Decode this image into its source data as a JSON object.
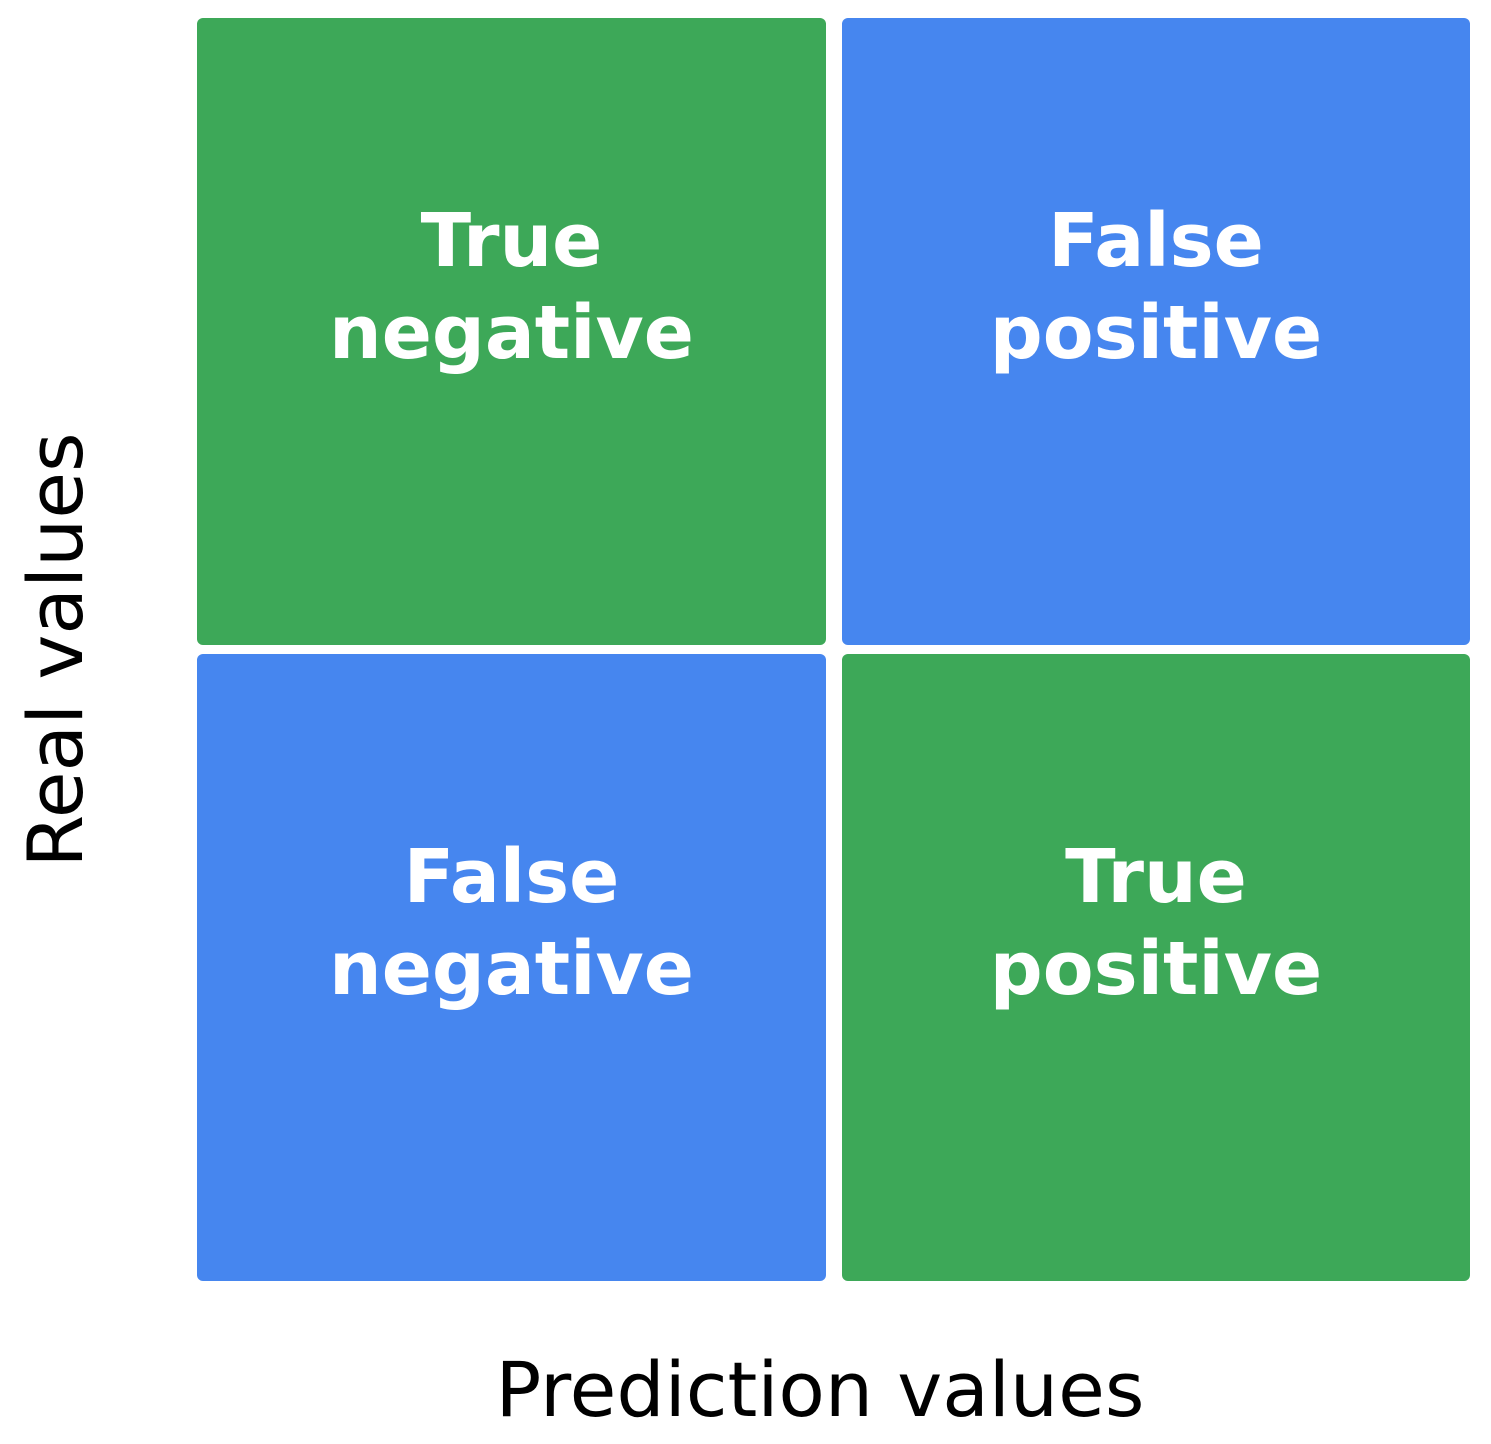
{
  "matrix": {
    "cells": [
      {
        "lines": [
          "True",
          "negative"
        ],
        "color": "#3DA858"
      },
      {
        "lines": [
          "False",
          "positive"
        ],
        "color": "#4686EF"
      },
      {
        "lines": [
          "False",
          "negative"
        ],
        "color": "#4686EF"
      },
      {
        "lines": [
          "True",
          "positive"
        ],
        "color": "#3DA858"
      }
    ]
  },
  "axes": {
    "y_label": "Real values",
    "x_label": "Prediction values"
  }
}
